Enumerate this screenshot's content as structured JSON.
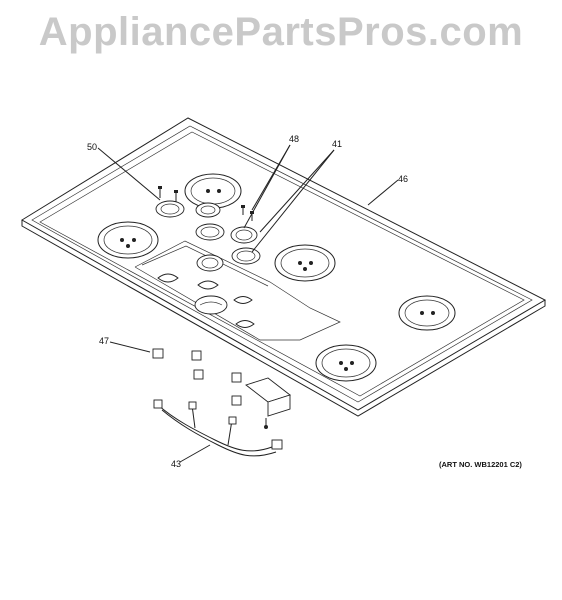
{
  "watermark": {
    "text": "AppliancePartsPros.com"
  },
  "diagram": {
    "callouts": [
      {
        "id": "50",
        "label": "50"
      },
      {
        "id": "48",
        "label": "48"
      },
      {
        "id": "41",
        "label": "41"
      },
      {
        "id": "46",
        "label": "46"
      },
      {
        "id": "47",
        "label": "47"
      },
      {
        "id": "43",
        "label": "43"
      }
    ],
    "art_number": "(ART NO. WB12201 C2)"
  }
}
